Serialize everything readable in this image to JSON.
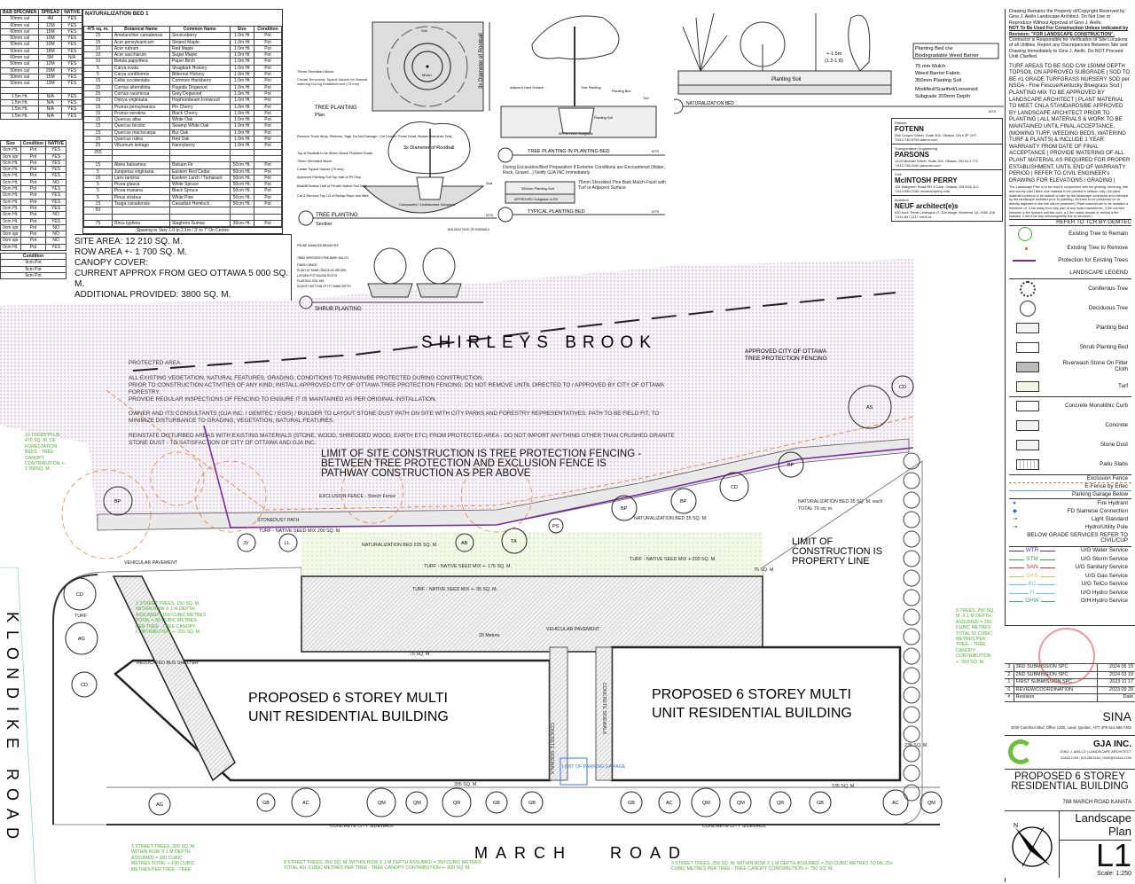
{
  "spec_table": {
    "headers": [
      "B&B SPECIMEN",
      "SPREAD",
      "NATIVE"
    ],
    "rows": [
      [
        "50mm cal",
        "4M",
        "YES"
      ],
      [
        "60mm cal",
        "12M",
        "YES"
      ],
      [
        "60mm cal",
        "15M",
        "YES"
      ],
      [
        "50mm cal",
        "10M",
        "YES"
      ],
      [
        "50mm cal",
        "10M",
        "YES"
      ],
      [
        "50mm cal",
        "18M",
        "YES"
      ],
      [
        "60mm cal",
        "5M",
        "N/A"
      ],
      [
        "50mm cal",
        "12M",
        "YES"
      ],
      [
        "50mm cal",
        "20M",
        "YES"
      ],
      [
        "50mm cal",
        "15M",
        "YES"
      ],
      [
        "50mm cal",
        "13M",
        "YES"
      ],
      [
        "",
        "",
        ""
      ],
      [
        "1.5m Ht.",
        "N/A",
        "YES"
      ],
      [
        "1.5m Ht.",
        "N/A",
        "YES"
      ],
      [
        "1.5m Ht.",
        "N/A",
        "YES"
      ],
      [
        "1.5m Ht.",
        "N/A",
        "YES"
      ]
    ]
  },
  "size_table": {
    "headers": [
      "Size",
      "Condition",
      "NATIVE"
    ],
    "rows": [
      [
        "0cm Ht.",
        "Pot",
        "YES"
      ],
      [
        "0cm spr",
        "Pot",
        "YES"
      ],
      [
        "0cm Ht.",
        "Pot",
        "YES"
      ],
      [
        "0cm Ht.",
        "Pot",
        "YES"
      ],
      [
        "0cm Ht.",
        "Pot",
        "YES"
      ],
      [
        "0cm Ht.",
        "Pot",
        "NO"
      ],
      [
        "0cm Ht.",
        "Pot",
        "YES"
      ],
      [
        "0cm Ht.",
        "Pot",
        "YES"
      ],
      [
        "0cm Ht.",
        "Pot",
        "YES"
      ],
      [
        "0cm Ht.",
        "Pot",
        "YES"
      ],
      [
        "0cm Ht.",
        "Pot",
        "NO"
      ],
      [
        "0cm Ht.",
        "Pot",
        "YES"
      ],
      [
        "0cm spr",
        "Pot",
        "NO"
      ],
      [
        "0cm spr",
        "Pot",
        "NO"
      ],
      [
        "0cm spr",
        "Pot",
        "NO"
      ],
      [
        "0cm Ht.",
        "Pot",
        "YES"
      ]
    ]
  },
  "condition_table": {
    "headers": [
      "Condition"
    ],
    "rows": [
      [
        "9cm Pot"
      ],
      [
        "9cm Pot"
      ],
      [
        "9cm Pot"
      ]
    ]
  },
  "nat_table": {
    "title": "NATURALIZATION BED 1",
    "headers": [
      "475 sq. m.",
      "Botanical Name",
      "Common Name",
      "Size",
      "Condition"
    ],
    "rows": [
      [
        "15",
        "Amelanchier canadensis",
        "Serviceberry",
        "1.0m Ht",
        "Pot"
      ],
      [
        "15",
        "Acer pensylvanicum",
        "Striped Maple",
        "1.0m Ht",
        "Pot"
      ],
      [
        "10",
        "Acer rubrum",
        "Red Maple",
        "1.0m Ht",
        "Pot"
      ],
      [
        "10",
        "Acer saccharum",
        "Sugar Maple",
        "1.0m Ht",
        "Pot"
      ],
      [
        "10",
        "Betula papyrifera",
        "Paper Birch",
        "1.0m Ht",
        "Pot"
      ],
      [
        "5",
        "Carya ovata",
        "Shagbark Hickory",
        "1.0m Ht",
        "Pot"
      ],
      [
        "5",
        "Carya cordiformis",
        "Bitternut Hickory",
        "1.0m Ht",
        "Pot"
      ],
      [
        "15",
        "Celtis occidentalis",
        "Common Hackberry",
        "1.0m Ht",
        "Pot"
      ],
      [
        "15",
        "Cornus alternifolia",
        "Pagoda Dogwood",
        "1.0m Ht",
        "Pot"
      ],
      [
        "25",
        "Cornus racemosa",
        "Grey Dogwood",
        "1.0m Ht",
        "Pot"
      ],
      [
        "15",
        "Ostrya virginiana",
        "Hophornbeam Ironwood",
        "1.0m Ht",
        "Pot"
      ],
      [
        "15",
        "Prunus pensylvanica",
        "Pin Cherry",
        "1.0m Ht",
        "Pot"
      ],
      [
        "15",
        "Prunus serotina",
        "Black Cherry",
        "1.0m Ht",
        "Pot"
      ],
      [
        "15",
        "Quercus alba",
        "White Oak",
        "1.0m Ht",
        "Pot"
      ],
      [
        "15",
        "Quercus bicolor",
        "Swamp White Oak",
        "1.0m Ht",
        "Pot"
      ],
      [
        "15",
        "Quercus macrocarpa",
        "Bur Oak",
        "1.0m Ht",
        "Pot"
      ],
      [
        "15",
        "Quercus rubra",
        "Red Oak",
        "1.0m Ht",
        "Pot"
      ],
      [
        "25",
        "Viburnum lentago",
        "Nannyberry",
        "1.0m Ht",
        "Pot"
      ],
      [
        "255",
        "",
        "",
        "",
        ""
      ],
      [
        "",
        "",
        "",
        "",
        ""
      ],
      [
        "15",
        "Abies balsamea",
        "Balsam Fir",
        "50cm Ht.",
        "Pot"
      ],
      [
        "5",
        "Juniperus virginiana",
        "Eastern Red Cedar",
        "50cm Ht.",
        "Pot"
      ],
      [
        "15",
        "Larix laricina",
        "Eastern Larch / Tamarack",
        "50cm Ht.",
        "Pot"
      ],
      [
        "5",
        "Picea glauca",
        "White Spruce",
        "50cm Ht.",
        "Pot"
      ],
      [
        "5",
        "Picea mariana",
        "Black Spruce",
        "50cm Ht.",
        "Pot"
      ],
      [
        "5",
        "Pinus strobus",
        "White Pine",
        "50cm Ht.",
        "Pot"
      ],
      [
        "15",
        "Tsuga canadensis",
        "Canadian Hemlock",
        "50cm Ht.",
        "Pot"
      ],
      [
        "50",
        "",
        "",
        "",
        ""
      ],
      [
        "",
        "",
        "",
        "",
        ""
      ],
      [
        "75",
        "Rhus typhina",
        "Staghorn Sumac",
        "30cm Ht.",
        "Pot"
      ]
    ],
    "footer": "Spacing to Vary 1.0 to 2.1m / 3' to 7' On Centre"
  },
  "site_info": [
    "SITE AREA: 12 210 SQ. M.",
    "ROW AREA +- 1 700 SQ. M.",
    "CANOPY COVER:",
    "CURRENT APPROX FROM GEO OTTAWA 5 000 SQ. M.",
    "ADDITIONAL PROVIDED: 3800 SQ. M."
  ],
  "details": {
    "tree_plan": {
      "title": "TREE PLANTING",
      "sub": "Plan",
      "soil": "Soil",
      "mulch": "Mulch",
      "dim": "3x Diameter of Rootball",
      "notes": [
        "75mm Shredded Mulch.",
        "Create Temporary Topsoil Saucer for Manual watering During Establishment (75 mm)."
      ]
    },
    "tree_section": {
      "title": "TREE PLANTING",
      "sub": "Section",
      "nts": "NTS",
      "dim": "3x Diameter of Rootball",
      "sod": "Sod",
      "subgrade": "Compacted / Undisturbed Subgrade",
      "notes": [
        "Remove Trunk Wrap, Ribbons, Tags. Do Not Damage / Cut Leader. Prune Dead, Broken Branches Only.",
        "Top of Rootball to be 50mm Above Finished Grade",
        "75mm Shredded Mulch.",
        "Create Topsoil Saucer (75 mm).",
        "Approved Planting Soil Top Half of Pit Only",
        "Backfill Bottom Half of Pit with Native Soil Only",
        "Cut & Remove Top 1/3 of Burlap Rope and Wire"
      ]
    },
    "bed_tree": {
      "title": "TREE PLANTING IN PLANTING BED",
      "nts": "NTS",
      "labels": [
        "Adjacent Hard Surface",
        "Tree Planting",
        "Planting Bed",
        "Turf",
        "Planting Soil",
        "APPROVED Subgrade"
      ]
    },
    "typical_bed": {
      "title": "TYPICAL PLANTING BED",
      "nts": "NTS",
      "note": "During Excavation/Bed Preparation If Extreme Conditions are Encountered (Water, Rock, Gravel...) Notify GJA INC Immediately.",
      "soil": "350mm Planting Soil",
      "subgrade": "APPROVED Subgrade or Fill",
      "mulch": "75mm Shredded Pine Bark Mulch-Flush with Turf or Adjacent Surface"
    },
    "shrub": {
      "title": "SHRUB PLANTING",
      "labels": [
        "PRUNE DAMAGED BRANCHES",
        "75MM SHREDDED PINE BARK MULCH",
        "FINISH GRADE",
        "PLANT AT SAME GRADE AS GROWN",
        "LOOSEN POT BOUND ROOTS",
        "PLANTING SOIL MIX",
        "SCARIFY BOTTOM OF PIT 50MM DEPTH",
        "BUILDING FACE OR SIDEWALK"
      ]
    },
    "nat_bed": {
      "title": "NATURALIZATION BED",
      "nts": "NTS",
      "soil": "Planting Soil",
      "height": "+-1.5m",
      "range": "(1.2-1.8)",
      "notes": [
        "Planting Bed c/w",
        "Biodegradable Weed Barrier",
        "75 mm Mulch",
        "Weed Barrier Fabric",
        "350mm Planting Soil",
        "Modified/Scarifed/Loosened",
        "Subgrade 200mm Depth"
      ]
    }
  },
  "consultants": [
    {
      "role": "Planner",
      "name": "FOTENN",
      "addr": "396 Cooper Street, Suite 300, Ottawa, ON K2P 2H7 T.613.730.5709 fotenn.com"
    },
    {
      "role": "Transportation Engineering",
      "name": "PARSONS",
      "addr": "1223 Michael Street, Suite 100, Ottawa, ON K1J 7T2 T.613.738.4160 parsons.com"
    },
    {
      "role": "Civil",
      "name": "McINTOSH PERRY",
      "addr": "115 Walgreen Road RR 3 Carp, Ottawa, ON K0A 1L0 T.613.836.2184 mcintoshperry.com"
    },
    {
      "role": "Architect",
      "name": "NEUF architect(e)s",
      "addr": "630 boul. René-Lévesque O. 32e étage, Montréal, QC H3B 1S6 T.514.847.1117 neuf.ca"
    }
  ],
  "title_block": {
    "copyright": "Drawing Remains the Property of/Copyright Reserved by Gino J. Aiello Landscape Architect. Do Not Use or Reproduce Without Approval of Gino J. Aiello.",
    "not_for": "NOT To Be Used For Construction Unless indicated by Revision: \"FOR LANDSCAPE CONSTRUCTION\".",
    "contractor": "Contractor is Responsible for Verification of Site Locations of all Utilities. Report any Discrepancies Between Site and Drawing Immediately to Gino J. Aiello. Do NOT Proceed Until Clarified.",
    "turf_notes": "TURF AREAS TO BE SOD C/W 150MM DEPTH TOPSOIL ON APPROVED SUBGRADE | SOD TO BE #1 GRADE TURFGRASS NURSERY SOD per NSGA - Fine Fescue/Kentucky Bluegrass Sod | PLANTING MIX TO BE APPROVED BY LANDSCAPE ARCHITECT | PLANT MATERIAL TO MEET CNLA STANDARDS/BE APPROVED BY LANDSCAPE ARCHITECT PRIOR TO PLANTING | ALL MATERIALS & WORK TO BE MAINTAINED UNTIL FINAL ACCEPTANCE, (MOWING TURF, WEEDING BEDS, WATERING TURF & PLANTS) & INCLUDE 1 YEAR WARRANTY FROM DATE OF FINAL ACCEPTANCE | PROVIDE WATERING OF ALL PLANT MATERIAL AS REQUIRED FOR PROPER ESTABLISHMENT, UNTIL END OF WARRANTY PERIOD | REFER TO CIVIL ENGINEER's DRAWING FOR ELEVATIONS / GRADING |",
    "plan_notes": "The Landscape Plan is to be read in conjunction with the grading, servicing, site and survey plan | Bare root material to be planted in season only | All plant material locations to be staked on site by the landscape contractor and checked by the landscape architect prior to planting | All trees to be preserved on or directly adjacent to the site will be protected | Plant material are to be installed a minimum of, 3.0m away from any part of any hydro transformer, 3.0m corridor between a fire hydrant and the curb, a 2.5m radius beside or behind a fire hydrant, 2.0m from any servicing/utility line or structure |",
    "tcr": "REFER TO TCR BY GEMTEC",
    "tcr_items": [
      "Existing Tree to Remain",
      "Existing Tree to Remove",
      "Protection for Existing Trees"
    ],
    "legend_title": "LANDSCAPE LEGEND",
    "legend": [
      "Coniferous Tree",
      "Deciduous Tree",
      "Planting Bed",
      "Shrub Planting Bed",
      "Riverwash Stone On Filter Cloth",
      "Turf",
      "Concrete Monolithic Curb",
      "Concrete",
      "Stone Dust",
      "Patio Slabs"
    ],
    "fence": [
      "Exclusion Fence",
      "E-Fence by Ertec",
      "Parking Garage Below"
    ],
    "symbols": [
      "Fire Hydrant",
      "FD Siamese Connection",
      "Light Standard",
      "Hydro/Utility Pole"
    ],
    "below_grade": "BELOW GRADE SERVICES REFER TO CIVIL/CUP",
    "services": [
      {
        "code": "WTR",
        "label": "U/G Water Service",
        "color": "#3b3bbf"
      },
      {
        "code": "STM",
        "label": "U/G Storm Service",
        "color": "#3aa53a"
      },
      {
        "code": "SAN",
        "label": "U/G Sanitary Service",
        "color": "#d03030"
      },
      {
        "code": "GAS",
        "label": "U/G Gas Service",
        "color": "#e8b84a"
      },
      {
        "code": "BC",
        "label": "U/G TelCo Service",
        "color": "#5ad0d8"
      },
      {
        "code": "H",
        "label": "U/G Hydro Service",
        "color": "#5ad0d8"
      },
      {
        "code": "OHW",
        "label": "O/H Hydro Service",
        "color": "#3aa57a"
      }
    ],
    "revisions": [
      {
        "n": "3",
        "desc": "3RD SUBMISSION SPC",
        "date": "2024 06 19"
      },
      {
        "n": "2",
        "desc": "2ND SUBMISSION SPC",
        "date": "2024 03 19"
      },
      {
        "n": "1",
        "desc": "FIRST SUBMISSION SPC",
        "date": "2023 11 17"
      },
      {
        "n": "0",
        "desc": "REVIEW/COORDINATION",
        "date": "2023 09 29"
      }
    ],
    "rev_header": [
      "#",
      "Revision",
      "Date"
    ],
    "client": "SINA",
    "client_addr": "3030 Carrefour Blvd, Office 1200, Laval, Quebec, H7T 2P5 514.565.7462",
    "firm": "GJA INC.",
    "firm_sub": "GINO J. AIELLO | LANDSCAPE ARCHITECT",
    "firm_contact": "GJALA.COM | 613.286.5130 | GINO@GJALA.COM",
    "project": "PROPOSED 6 STOREY RESIDENTIAL BUILDING",
    "address": "788 MARCH ROAD KANATA",
    "sheet_title": "Landscape Plan",
    "sheet_no": "L1",
    "scale": "Scale: 1:250"
  },
  "plan": {
    "brook": "SHIRLEYS BROOK",
    "klondike": "KLONDIKE ROAD",
    "march": "MARCH   ROAD",
    "building_left": [
      "PROPOSED 6 STOREY MULTI",
      "UNIT RESIDENTIAL BUILDING"
    ],
    "building_right": [
      "PROPOSED 6 STOREY MULTI",
      "UNIT RESIDENTIAL BUILDING"
    ],
    "protected": [
      "PROTECTED AREA.",
      "ALL EXISTING VEGETATION, NATURAL FEATURES, GRADING, CONDITIONS TO REMAIN/BE PROTECTED DURING CONSTRUCTION.",
      "PRIOR TO CONSTRUCTION ACTIVITIES OF ANY KIND, INSTALL APPROVED CITY OF OTTAWA TREE PROTECTION FENCING.  DO NOT REMOVE UNTIL DIRECTED TO / APPROVED BY CITY OF OTTAWA",
      "FORESTRY.",
      "PROVIDE REGULAR INSPECTIONS OF FENCING TO ENSURE IT IS MAINTAINED AS PER ORIGINAL INSTALLATION.",
      "OWNER AND ITS CONSULTANTS (GJA INC. / GEMTEC / EGIS) / BUILDER TO LAYOUT STONE-DUST PATH ON SITE WITH CITY PARKS AND FORESTRY REPRESENTATIVES.  PATH TO BE FIELD FIT, TO",
      "MINIMIZE DISTURBANCE TO GRADING, VEGETATION, NATURAL FEATURES.",
      "REINSTATE DISTURBED AREAS WITH EXISTING MATERIALS (STONE, WOOD, SHREDDED WOOD, EARTH ETC) FROM PROTECTED AREA - DO NOT IMPORT ANYTHING OTHER THAN CRUSHED GRANITE",
      "STONE DUST - TO SATISFACTION OF CITY OF OTTAWA AND GJA INC."
    ],
    "limit_site": [
      "LIMIT OF SITE CONSTRUCTION IS TREE PROTECTION FENCING -",
      "BETWEEN TREE PROTECTION AND EXCLUSION  FENCE IS",
      "PATHWAY CONSTRUCTION AS PER ABOVE"
    ],
    "limit_prop": [
      "LIMIT OF",
      "CONSTRUCTION  IS",
      "PROPERTY LINE"
    ],
    "approved_fence": [
      "APPROVED CITY OF OTTAWA",
      "TREE PROTECTION FENCING"
    ],
    "labels": {
      "exclusion": "EXCLUSION FENCE - Strech Fence",
      "stonedust": "STONEDUST PATH",
      "turf_native1": "TURF - NATIVE SEED MIX 200 SQ. M.",
      "nat225": "NATURALIZATION BED 225 SQ. M.",
      "nat35": "NATURALIZATION BED 35 SQ. M. each",
      "total70": "TOTAL 70 sq. m.",
      "nat_bed2": "NATURALIZATION BED 35 SQ. M.",
      "turf175": "TURF - NATIVE SEED MIX +- 175 SQ. M.",
      "turf200": "TURF - NATIVE SEED MIX +-200 SQ. M.",
      "turf35": "TURF - NATIVE SEED MIX +- 35 SQ. M.",
      "vehicular1": "VEHICULAR PAVEMENT",
      "vehicular2": "VEHICULAR PAVEMENT",
      "bus": "RELOCATED BUS SHELTER",
      "sidewalk1": "CONCRETE SIDEWALK",
      "sidewalk2": "CONCRETE SIDEWALK",
      "city_sidewalk1": "CONCRETE CITY SIDEWALK",
      "city_sidewalk2": "CONCRETE CITY SIDEWALK",
      "parking": "LIMIT OF PARKING GARAGE",
      "sqm75a": "75 SQ. M.",
      "sqm75b": "75 SQ. M.",
      "sqm305": "305 SQ. M.",
      "sqm135": "135 SQ. M.",
      "sqm235": "235 SQ. M.",
      "metres25": "25 Metres",
      "turf": "TURF"
    },
    "green_notes": {
      "forest": "10 TREES PLUS 470 SQ. M. OF FORESTATION BEDS - TREE CANOPY CONTRIBUTION +- 1 500SQ. M.",
      "street3a": "3 STREET TREES. 150 SQ. M. WITHIN ROW X 1 M DEPTH ASSUMED =150 CUBIC METRES TOTAL +-50 CUBIC METRES PER TREE - TREE CANOPY CONTRIBUTION +- 200 SQ. M.",
      "street3b": "3 STREET TREES. 300 SQ. M. WITHIN ROW X 1 M DEPTH ASSUMED = 300 CUBIC METRES TOTAL +-100 CUBIC METRES PER TREE - TREE",
      "street8": "8 STREET TREES. 350 SQ. M. WITHIN ROW X 1 M DEPTH ASSUMED = 350 CUBIC METRES TOTAL 40+ CUBIC METRES PER TREE - TREE CANOPY CONTRIBUTION +- 600 SQ. M.",
      "street9": "9 STREET TREES. 250 SQ. M. WITHIN ROW X 1 M DEPTH ASSUMED = 250 CUBIC METRES TOTAL 25+ CUBIC METRES PER TREE - TREE CANOPY CONTRIBUTION +- 750 SQ. M.",
      "trees5": "5 TREES. 250 SQ. M. X 1 M DEPTH ASSUMED = 250 CUBIC METRES TOTAL 50 CUBIC METRES PER TREE. - TREE CANOPY CONTRIBUTION +- 550 SQ. M."
    },
    "trees": [
      "BP",
      "JV",
      "LL",
      "AB",
      "TA",
      "PS",
      "BP",
      "BP",
      "CD",
      "BP",
      "CD",
      "AS",
      "CD",
      "AG",
      "CD",
      "AG",
      "GB",
      "AC",
      "QM",
      "QM",
      "QR",
      "GB",
      "GB",
      "GB",
      "AC",
      "QM",
      "QM",
      "QR",
      "GB",
      "AC",
      "QM"
    ]
  },
  "colors": {
    "protect": "#7a2a9c",
    "green": "#4caf32",
    "orange": "#e07a2a",
    "turf": "#eef6dd"
  }
}
